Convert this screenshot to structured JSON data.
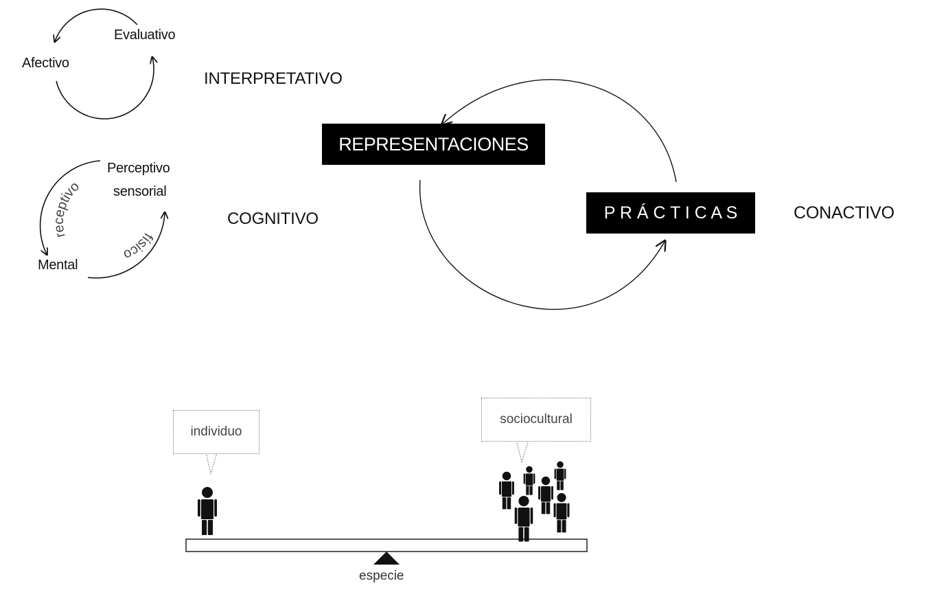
{
  "interpretativo": {
    "label": "INTERPRETATIVO",
    "nodes": {
      "evaluativo": "Evaluativo",
      "afectivo": "Afectivo"
    }
  },
  "cognitivo": {
    "label": "COGNITIVO",
    "nodes": {
      "perceptivo_line1": "Perceptivo",
      "perceptivo_line2": "sensorial",
      "mental": "Mental"
    },
    "arc_labels": {
      "receptivo": "receptivo",
      "fisico": "físico"
    }
  },
  "cycle": {
    "representaciones": "REPRESENTACIONES",
    "practicas": "P R Á C T I C A S",
    "conativo": "CONACTIVO"
  },
  "balance": {
    "individuo": "individuo",
    "sociocultural": "sociocultural",
    "especie": "especie"
  },
  "colors": {
    "ink": "#111111",
    "box": "#000000",
    "box_text": "#ffffff",
    "bubble_text": "#444444"
  }
}
